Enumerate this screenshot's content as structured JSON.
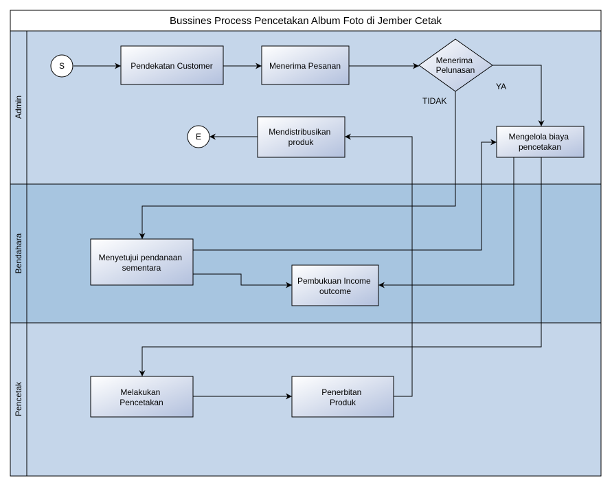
{
  "title": "Bussines Process Pencetakan Album Foto di Jember Cetak",
  "colors": {
    "lane_admin": "#c5d6ea",
    "lane_bendahara": "#a7c5e0",
    "lane_pencetak": "#c5d6ea",
    "box_gradient_start": "#ffffff",
    "box_gradient_end": "#b2c0dd",
    "stroke": "#000000"
  },
  "lanes": {
    "admin": "Admin",
    "bendahara": "Bendahara",
    "pencetak": "Pencetak"
  },
  "nodes": {
    "start": "S",
    "end": "E",
    "pendekatan": [
      "Pendekatan Customer"
    ],
    "menerima_pesanan": [
      "Menerima Pesanan"
    ],
    "decision": [
      "Menerima",
      "Pelunasan"
    ],
    "mendistribusikan": [
      "Mendistribusikan",
      "produk"
    ],
    "mengelola": [
      "Mengelola biaya",
      "pencetakan"
    ],
    "menyetujui": [
      "Menyetujui pendanaan",
      "sementara"
    ],
    "pembukuan": [
      "Pembukuan Income",
      "outcome"
    ],
    "melakukan": [
      "Melakukan",
      "Pencetakan"
    ],
    "penerbitan": [
      "Penerbitan",
      "Produk"
    ]
  },
  "edge_labels": {
    "ya": "YA",
    "tidak": "TIDAK"
  }
}
